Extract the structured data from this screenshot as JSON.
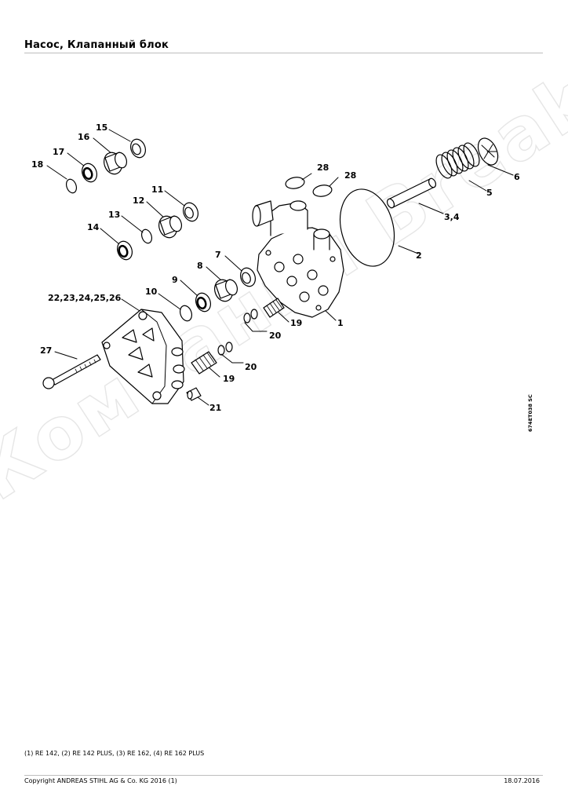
{
  "page": {
    "title": "Насос, Клапанный блок",
    "watermark": "Компания Breakeven",
    "drawing_code": "674ET038 SC",
    "footnote": "(1) RE 142, (2) RE 142 PLUS, (3) RE 162, (4) RE 162 PLUS",
    "copyright": "Copyright ANDREAS STIHL AG & Co. KG 2016 (1)",
    "date": "18.07.2016"
  },
  "labels": {
    "l1": "1",
    "l2": "2",
    "l34": "3,4",
    "l5": "5",
    "l6": "6",
    "l7": "7",
    "l8": "8",
    "l9": "9",
    "l10": "10",
    "l11": "11",
    "l12": "12",
    "l13": "13",
    "l14": "14",
    "l15": "15",
    "l16": "16",
    "l17": "17",
    "l18": "18",
    "l19a": "19",
    "l19b": "19",
    "l20a": "20",
    "l20b": "20",
    "l21": "21",
    "l22": "22,23,24,25,26",
    "l27": "27",
    "l28a": "28",
    "l28b": "28"
  }
}
